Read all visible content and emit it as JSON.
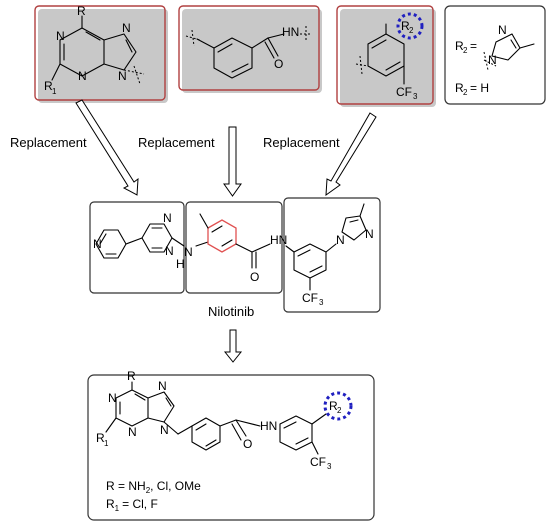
{
  "labels": {
    "replacement_left": "Replacement",
    "replacement_mid": "Replacement",
    "replacement_right": "Replacement",
    "compound_name": "Nilotinib"
  },
  "atoms": {
    "R": "R",
    "R1_main": "R",
    "R1_sub": "1",
    "N": "N",
    "HN": "HN",
    "H": "H",
    "O": "O",
    "CF": "CF",
    "three": "3",
    "R2_main": "R",
    "R2_sub": "2"
  },
  "definitions": {
    "r2_eq": "=",
    "r2_h": "= H",
    "r_def": "R  = NH",
    "r_def_sub": "2",
    "r_def_rest": ", Cl, OMe",
    "r1_def": "= Cl, F"
  }
}
